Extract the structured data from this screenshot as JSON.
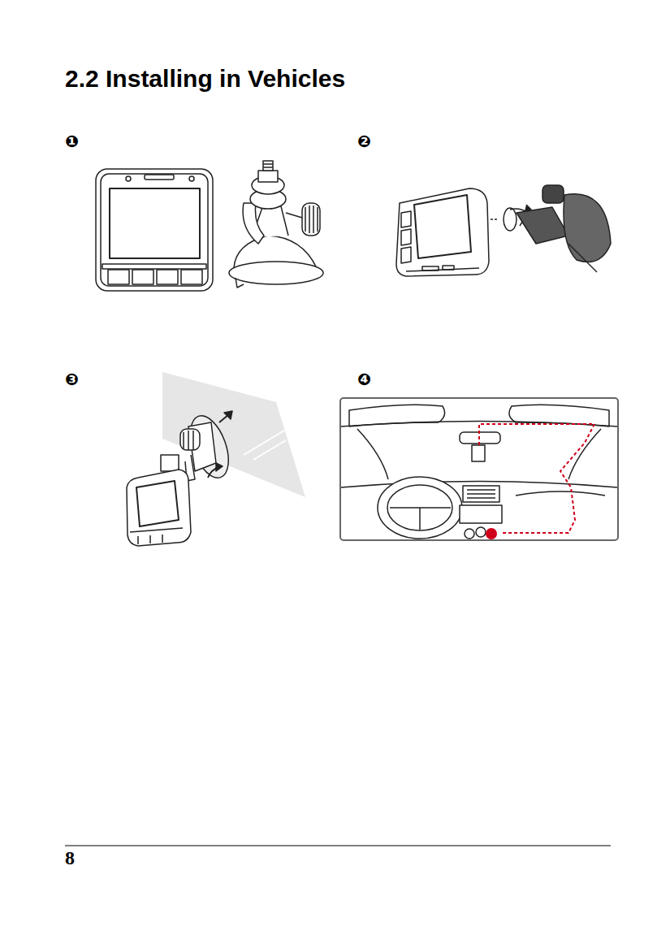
{
  "diagram": {
    "title": "2.2 Installing in Vehicles",
    "labels": [
      "❶",
      "❷",
      "❸",
      "❹",
      "8"
    ]
  }
}
